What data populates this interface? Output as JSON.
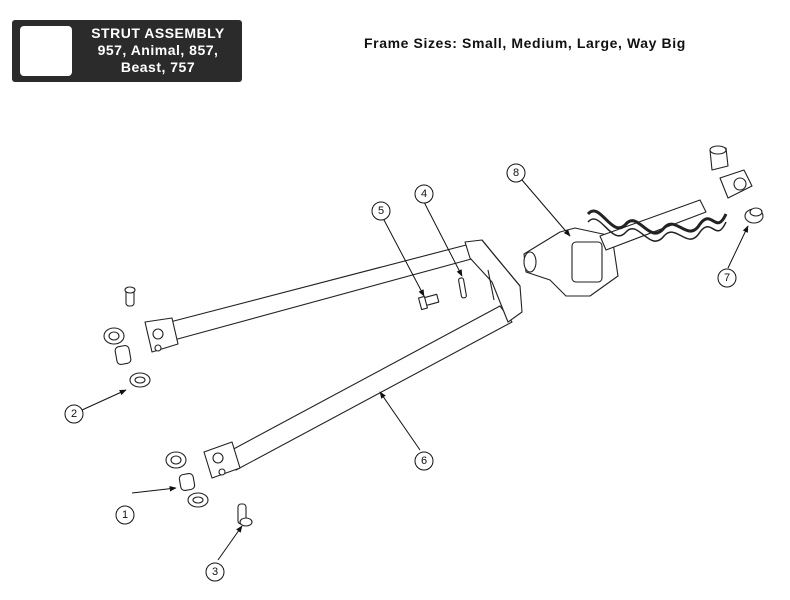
{
  "title": {
    "line1": "STRUT ASSEMBLY",
    "line2": "957, Animal, 857,",
    "line3": "Beast, 757"
  },
  "frame_sizes": "Frame Sizes: Small, Medium, Large, Way Big",
  "callouts": [
    "1",
    "2",
    "3",
    "4",
    "5",
    "6",
    "7",
    "8"
  ],
  "colors": {
    "line": "#222222",
    "fill": "#ffffff",
    "title_bg": "#2b2b2b"
  }
}
